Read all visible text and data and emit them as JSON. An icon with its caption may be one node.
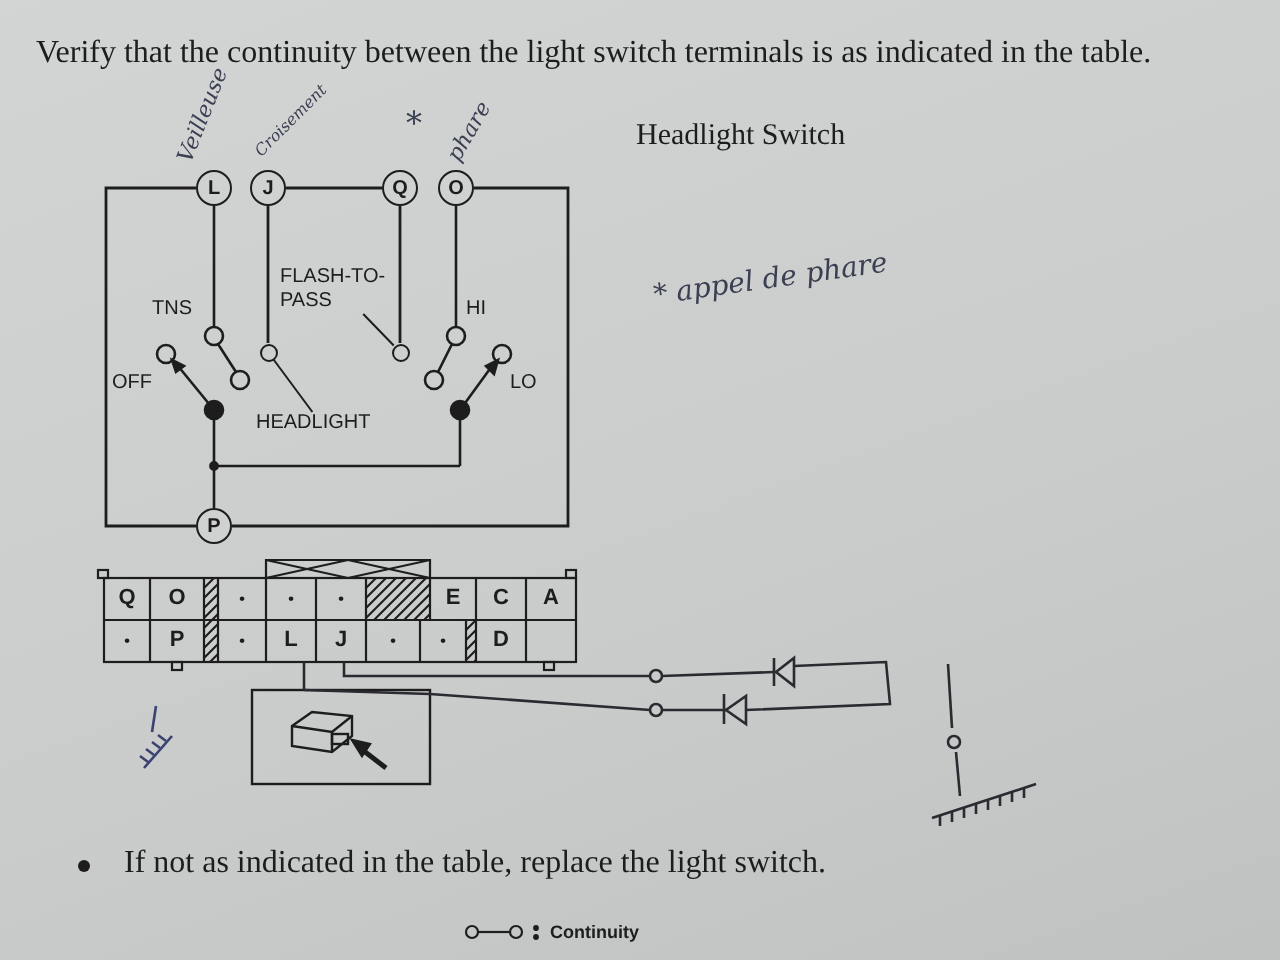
{
  "diagram": {
    "title": "Headlight Switch",
    "nodes": [
      {
        "text": [
          "L"
        ]
      },
      {
        "text": [
          "J"
        ]
      },
      {
        "text": [
          "Q"
        ]
      },
      {
        "text": [
          "O"
        ]
      },
      {
        "text": [
          "P"
        ]
      },
      {
        "text": [
          "FLASH-TO-PASS"
        ]
      },
      {
        "text": [],
        "shape": "circle"
      },
      {
        "text": [
          "HEADLIGHT"
        ]
      },
      {
        "text": [],
        "shape": "circle"
      }
    ],
    "edges": [
      {
        "from": 0,
        "to": 4,
        "arrow": "none"
      },
      {
        "from": 3,
        "to": 4,
        "arrow": "none"
      },
      {
        "from": 1,
        "to": 2,
        "arrow": "none"
      },
      {
        "from": 1,
        "to": 6,
        "arrow": "none"
      },
      {
        "from": 2,
        "to": 8,
        "arrow": "none"
      },
      {
        "from": 5,
        "to": 8,
        "arrow": "none"
      },
      {
        "from": 7,
        "to": 6,
        "arrow": "none"
      }
    ],
    "labels": [
      "Verify that the continuity between the light switch terminals is as indicated in the table.",
      "Veilleuse",
      "Croisement",
      "*",
      "phare",
      "TNS",
      "OFF",
      "HI",
      "LO",
      "* appel de phare",
      "Q",
      "O",
      "•",
      "•",
      "•",
      "E",
      "C",
      "A",
      "•",
      "P",
      "•",
      "L",
      "J",
      "•",
      "•",
      "D",
      "If not as indicated in the table, replace the light switch."
    ],
    "legend": [
      {
        "text": "Continuity"
      }
    ]
  }
}
